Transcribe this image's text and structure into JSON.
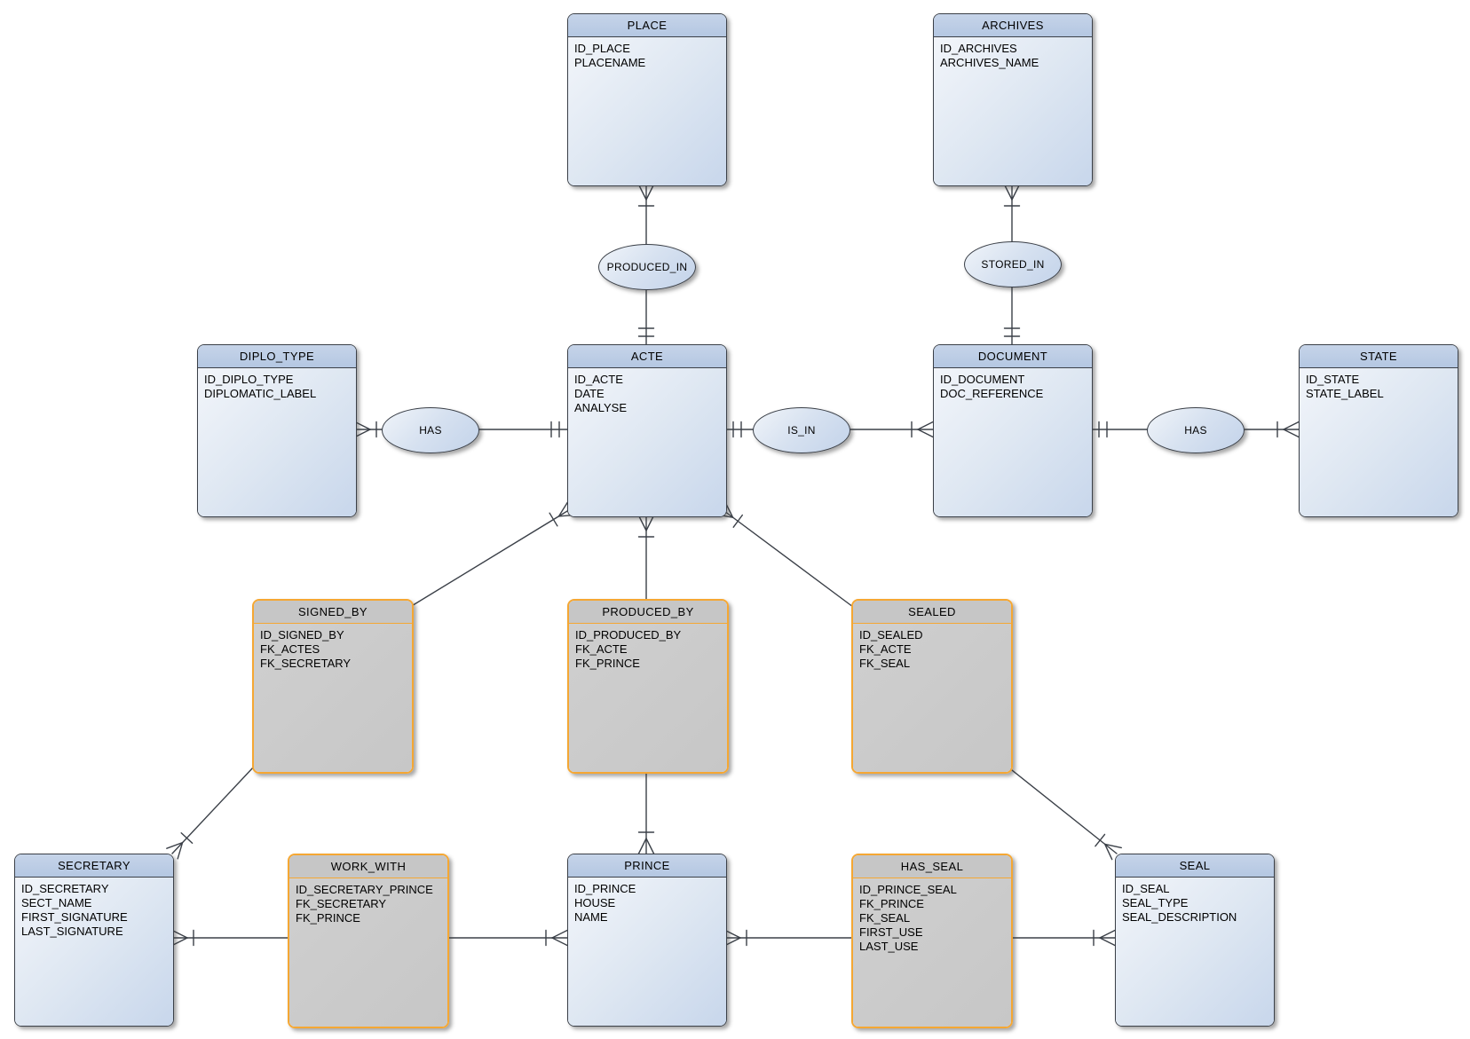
{
  "diagram": {
    "type": "entity-relationship",
    "notation": "crow-foot",
    "entities": [
      {
        "id": "PLACE",
        "kind": "entity",
        "name": "PLACE",
        "attributes": [
          "ID_PLACE",
          "PLACENAME"
        ]
      },
      {
        "id": "ARCHIVES",
        "kind": "entity",
        "name": "ARCHIVES",
        "attributes": [
          "ID_ARCHIVES",
          "ARCHIVES_NAME"
        ]
      },
      {
        "id": "DIPLO_TYPE",
        "kind": "entity",
        "name": "DIPLO_TYPE",
        "attributes": [
          "ID_DIPLO_TYPE",
          "DIPLOMATIC_LABEL"
        ]
      },
      {
        "id": "ACTE",
        "kind": "entity",
        "name": "ACTE",
        "attributes": [
          "ID_ACTE",
          "DATE",
          "ANALYSE"
        ]
      },
      {
        "id": "DOCUMENT",
        "kind": "entity",
        "name": "DOCUMENT",
        "attributes": [
          "ID_DOCUMENT",
          "DOC_REFERENCE"
        ]
      },
      {
        "id": "STATE",
        "kind": "entity",
        "name": "STATE",
        "attributes": [
          "ID_STATE",
          "STATE_LABEL"
        ]
      },
      {
        "id": "SIGNED_BY",
        "kind": "association",
        "name": "SIGNED_BY",
        "attributes": [
          "ID_SIGNED_BY",
          "FK_ACTES",
          "FK_SECRETARY"
        ]
      },
      {
        "id": "PRODUCED_BY",
        "kind": "association",
        "name": "PRODUCED_BY",
        "attributes": [
          "ID_PRODUCED_BY",
          "FK_ACTE",
          "FK_PRINCE"
        ]
      },
      {
        "id": "SEALED",
        "kind": "association",
        "name": "SEALED",
        "attributes": [
          "ID_SEALED",
          "FK_ACTE",
          "FK_SEAL"
        ]
      },
      {
        "id": "SECRETARY",
        "kind": "entity",
        "name": "SECRETARY",
        "attributes": [
          "ID_SECRETARY",
          "SECT_NAME",
          "FIRST_SIGNATURE",
          "LAST_SIGNATURE"
        ]
      },
      {
        "id": "WORK_WITH",
        "kind": "association",
        "name": "WORK_WITH",
        "attributes": [
          "ID_SECRETARY_PRINCE",
          "FK_SECRETARY",
          "FK_PRINCE"
        ]
      },
      {
        "id": "PRINCE",
        "kind": "entity",
        "name": "PRINCE",
        "attributes": [
          "ID_PRINCE",
          "HOUSE",
          "NAME"
        ]
      },
      {
        "id": "HAS_SEAL",
        "kind": "association",
        "name": "HAS_SEAL",
        "attributes": [
          "ID_PRINCE_SEAL",
          "FK_PRINCE",
          "FK_SEAL",
          "FIRST_USE",
          "LAST_USE"
        ]
      },
      {
        "id": "SEAL",
        "kind": "entity",
        "name": "SEAL",
        "attributes": [
          "ID_SEAL",
          "SEAL_TYPE",
          "SEAL_DESCRIPTION"
        ]
      }
    ],
    "relationships": [
      {
        "id": "produced_in",
        "label": "PRODUCED_IN",
        "between": [
          "PLACE",
          "ACTE"
        ],
        "ends": [
          {
            "entity": "PLACE",
            "notation": "crow-foot-bar"
          },
          {
            "entity": "ACTE",
            "notation": "double-bar"
          }
        ]
      },
      {
        "id": "stored_in",
        "label": "STORED_IN",
        "between": [
          "ARCHIVES",
          "DOCUMENT"
        ],
        "ends": [
          {
            "entity": "ARCHIVES",
            "notation": "crow-foot-bar"
          },
          {
            "entity": "DOCUMENT",
            "notation": "double-bar"
          }
        ]
      },
      {
        "id": "has_diplo_acte",
        "label": "HAS",
        "between": [
          "DIPLO_TYPE",
          "ACTE"
        ],
        "ends": [
          {
            "entity": "DIPLO_TYPE",
            "notation": "crow-foot-bar"
          },
          {
            "entity": "ACTE",
            "notation": "double-bar"
          }
        ]
      },
      {
        "id": "is_in",
        "label": "IS_IN",
        "between": [
          "ACTE",
          "DOCUMENT"
        ],
        "ends": [
          {
            "entity": "ACTE",
            "notation": "double-bar"
          },
          {
            "entity": "DOCUMENT",
            "notation": "crow-foot-bar"
          }
        ]
      },
      {
        "id": "has_doc_state",
        "label": "HAS",
        "between": [
          "DOCUMENT",
          "STATE"
        ],
        "ends": [
          {
            "entity": "DOCUMENT",
            "notation": "double-bar"
          },
          {
            "entity": "STATE",
            "notation": "crow-foot-bar"
          }
        ]
      }
    ],
    "links": [
      {
        "from": "ACTE",
        "to": "SIGNED_BY",
        "notation_at": "ACTE",
        "notation": "crow-foot-bar"
      },
      {
        "from": "ACTE",
        "to": "PRODUCED_BY",
        "notation_at": "ACTE",
        "notation": "crow-foot-bar"
      },
      {
        "from": "ACTE",
        "to": "SEALED",
        "notation_at": "ACTE",
        "notation": "crow-foot-bar"
      },
      {
        "from": "SIGNED_BY",
        "to": "SECRETARY",
        "notation_at": "SECRETARY",
        "notation": "crow-foot-bar"
      },
      {
        "from": "PRODUCED_BY",
        "to": "PRINCE",
        "notation_at": "PRINCE",
        "notation": "crow-foot-bar"
      },
      {
        "from": "SEALED",
        "to": "SEAL",
        "notation_at": "SEAL",
        "notation": "crow-foot-bar"
      },
      {
        "from": "SECRETARY",
        "to": "WORK_WITH",
        "notation_at": "SECRETARY",
        "notation": "crow-foot-bar"
      },
      {
        "from": "WORK_WITH",
        "to": "PRINCE",
        "notation_at": "PRINCE",
        "notation": "crow-foot-bar"
      },
      {
        "from": "PRINCE",
        "to": "HAS_SEAL",
        "notation_at": "PRINCE",
        "notation": "crow-foot-bar"
      },
      {
        "from": "HAS_SEAL",
        "to": "SEAL",
        "notation_at": "SEAL",
        "notation": "crow-foot-bar"
      }
    ],
    "colors": {
      "background": "#ffffff",
      "entity_header_fill": "#bccde6",
      "entity_body_fill": "#d8e2f0",
      "entity_border": "#3b4048",
      "association_fill": "#c8c8c8",
      "association_border": "#f5a733",
      "connector": "#3b4048"
    }
  }
}
